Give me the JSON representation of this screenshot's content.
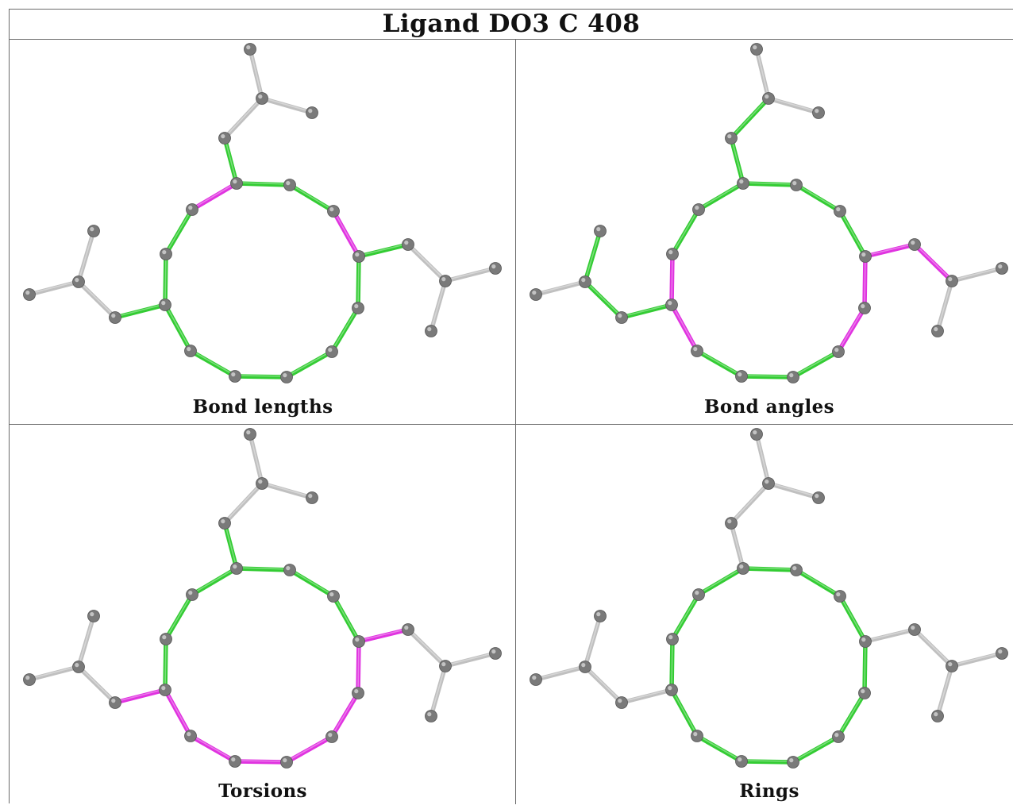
{
  "title": "Ligand DO3 C 408",
  "colors": {
    "ok_bond": "#33cc33",
    "outlier_bond": "#e033e0",
    "plain_bond": "#c0c0c0",
    "atom": "#7a7a7a",
    "border": "#6b6b6b"
  },
  "panels": [
    {
      "caption": "Bond lengths",
      "highlighted_outlier_bonds": [
        "N1-C2",
        "C7-N8"
      ],
      "note_bonds": "ring and substituent-linking bonds shown green; two ring bonds shown magenta"
    },
    {
      "caption": "Bond angles",
      "highlighted_outlier_bonds": [
        "N8-C9",
        "C9-C10",
        "N4-C3",
        "N4-C5",
        "C5-C6",
        "C11-N8"
      ]
    },
    {
      "caption": "Torsions",
      "highlighted_outlier_bonds": [
        "N8-C9",
        "C11-N8",
        "C11-C12",
        "C12-C13",
        "C13-C14",
        "C14-C15",
        "C15-N4",
        "N4-C3"
      ]
    },
    {
      "caption": "Rings",
      "highlighted_outlier_bonds": []
    }
  ]
}
